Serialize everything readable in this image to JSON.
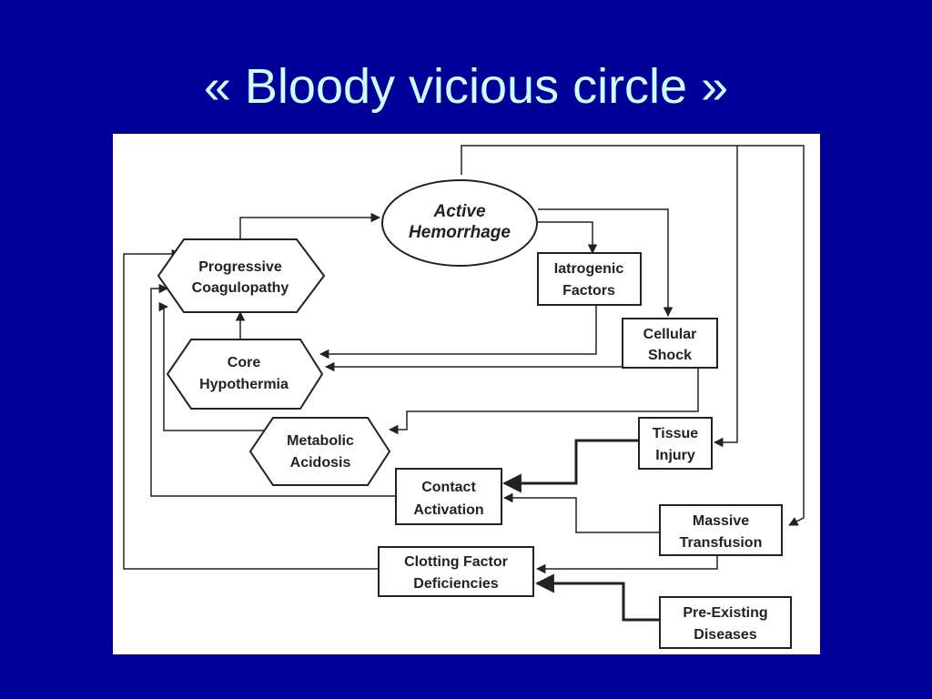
{
  "slide": {
    "title": "« Bloody vicious circle »",
    "background_color": "#000099",
    "title_color": "#ccffff"
  },
  "diagram": {
    "nodes": {
      "active_hemorrhage": {
        "lines": [
          "Active",
          "Hemorrhage"
        ],
        "shape": "ellipse"
      },
      "progressive_coagulopathy": {
        "lines": [
          "Progressive",
          "Coagulopathy"
        ],
        "shape": "hexagon"
      },
      "core_hypothermia": {
        "lines": [
          "Core",
          "Hypothermia"
        ],
        "shape": "hexagon"
      },
      "metabolic_acidosis": {
        "lines": [
          "Metabolic",
          "Acidosis"
        ],
        "shape": "hexagon"
      },
      "iatrogenic_factors": {
        "lines": [
          "Iatrogenic",
          "Factors"
        ],
        "shape": "box"
      },
      "cellular_shock": {
        "lines": [
          "Cellular",
          "Shock"
        ],
        "shape": "box"
      },
      "tissue_injury": {
        "lines": [
          "Tissue",
          "Injury"
        ],
        "shape": "box"
      },
      "contact_activation": {
        "lines": [
          "Contact",
          "Activation"
        ],
        "shape": "box"
      },
      "massive_transfusion": {
        "lines": [
          "Massive",
          "Transfusion"
        ],
        "shape": "box"
      },
      "clotting_factor_deficiencies": {
        "lines": [
          "Clotting Factor",
          "Deficiencies"
        ],
        "shape": "box"
      },
      "pre_existing_diseases": {
        "lines": [
          "Pre-Existing",
          "Diseases"
        ],
        "shape": "box"
      }
    }
  }
}
